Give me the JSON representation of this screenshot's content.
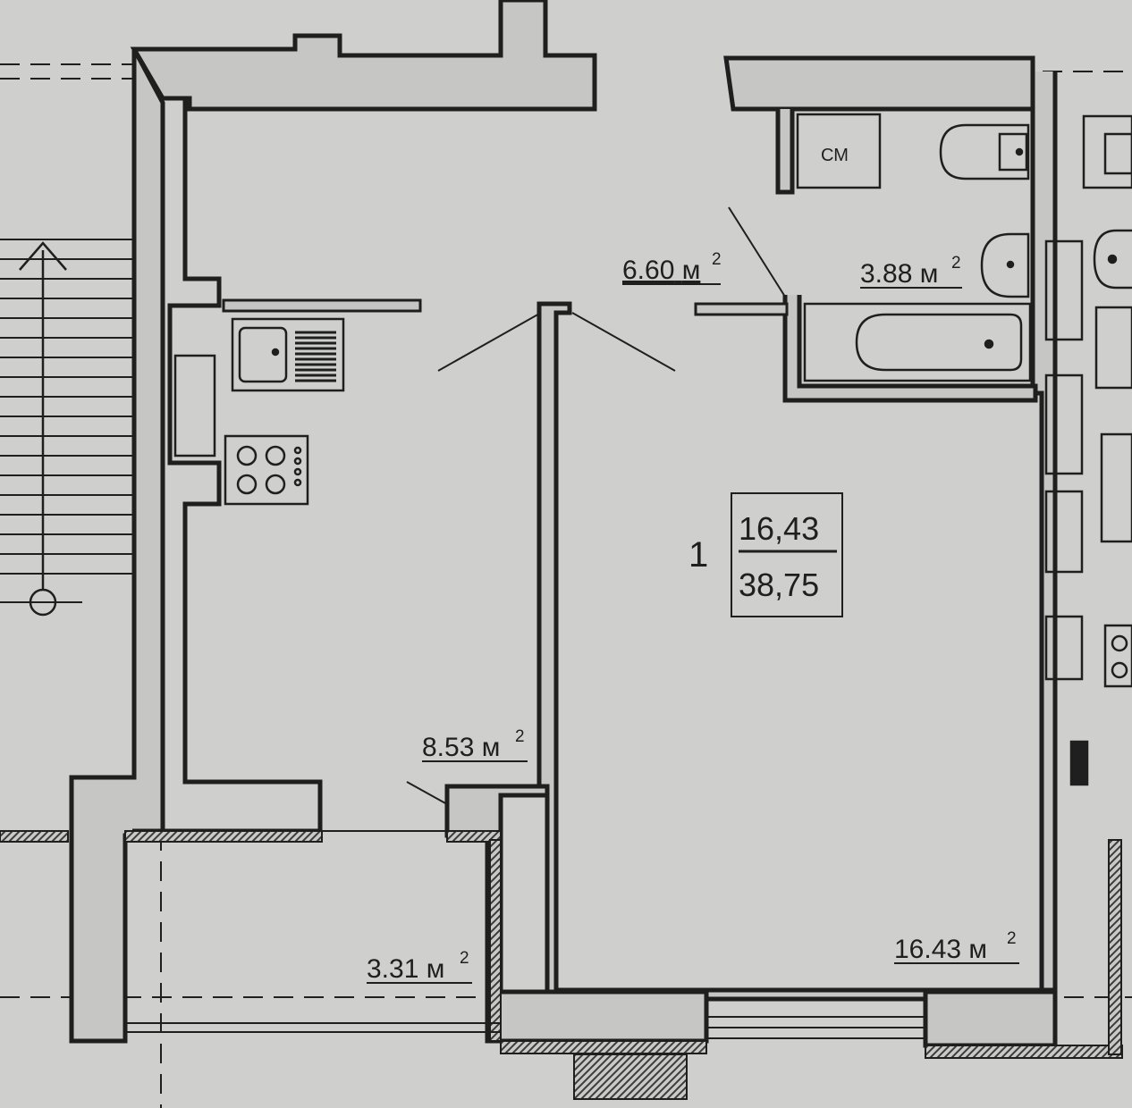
{
  "plan": {
    "flat_number": "1",
    "living_area": "16,43",
    "total_area": "38,75"
  },
  "rooms": {
    "hallway": {
      "area": "6.60",
      "unit": "м",
      "power": "2"
    },
    "bathroom": {
      "area": "3.88",
      "unit": "м",
      "power": "2"
    },
    "kitchen": {
      "area": "8.53",
      "unit": "м",
      "power": "2"
    },
    "balcony": {
      "area": "3.31",
      "unit": "м",
      "power": "2"
    },
    "living_room": {
      "area": "16.43",
      "unit": "м",
      "power": "2"
    }
  },
  "fixtures": {
    "washing_machine": "СМ"
  },
  "colors": {
    "paper": "#cfd0cd",
    "ink": "#1e1f1e",
    "wall_fill": "#c6c7c4",
    "hatch": "#3a3b3a"
  }
}
